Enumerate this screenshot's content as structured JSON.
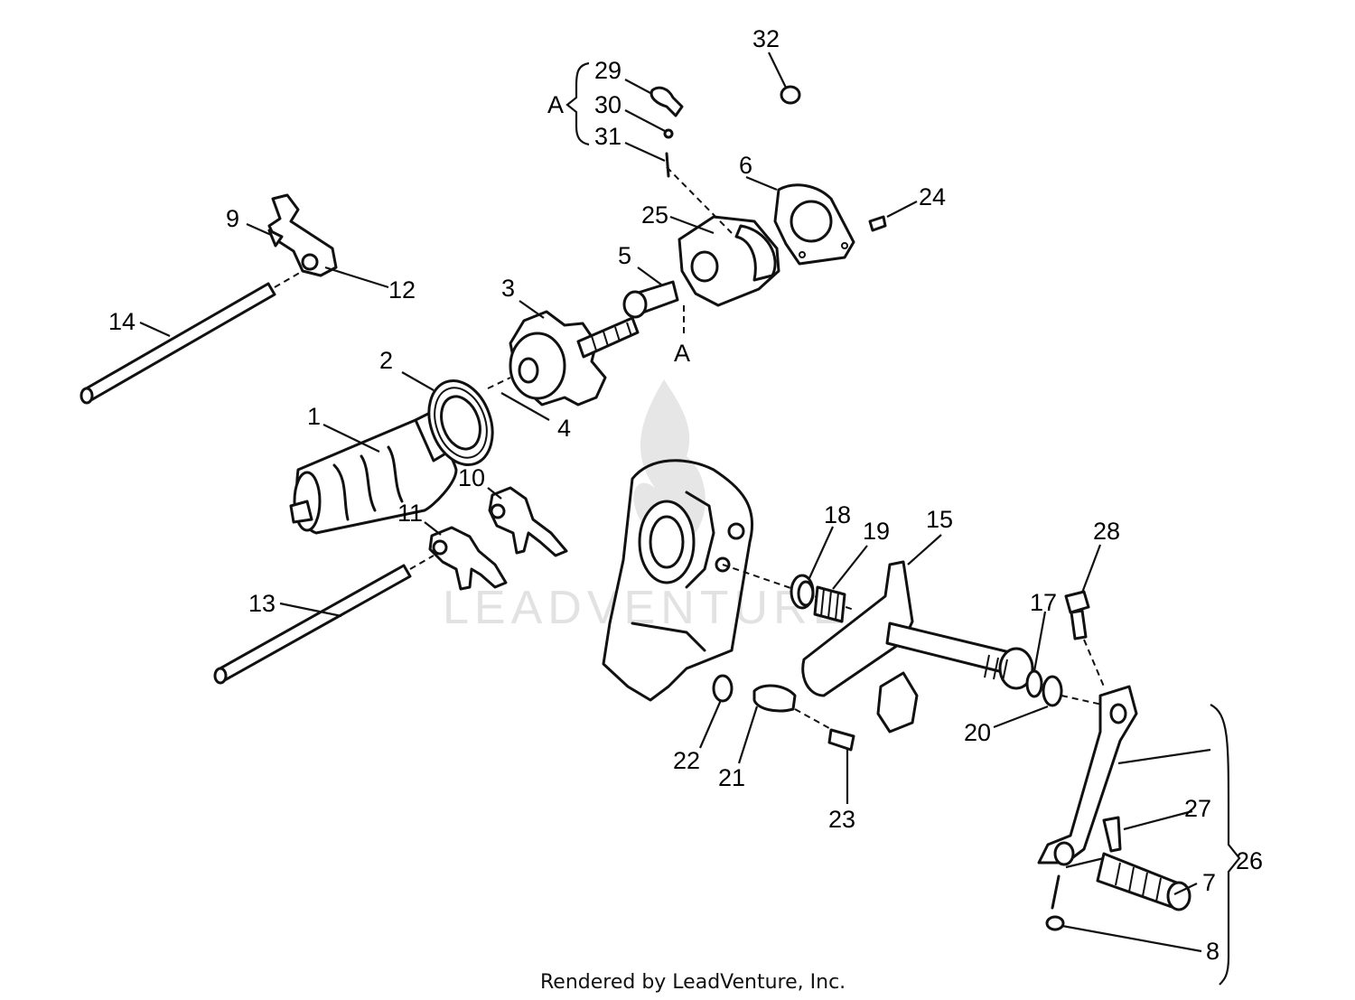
{
  "diagram": {
    "footer": "Rendered by LeadVenture, Inc.",
    "watermark": "LEADVENTURE",
    "callouts": [
      {
        "id": "c1",
        "label": "1"
      },
      {
        "id": "c2",
        "label": "2"
      },
      {
        "id": "c3",
        "label": "3"
      },
      {
        "id": "c4",
        "label": "4"
      },
      {
        "id": "c5",
        "label": "5"
      },
      {
        "id": "c6",
        "label": "6"
      },
      {
        "id": "c7",
        "label": "7"
      },
      {
        "id": "c8",
        "label": "8"
      },
      {
        "id": "c9",
        "label": "9"
      },
      {
        "id": "c10",
        "label": "10"
      },
      {
        "id": "c11",
        "label": "11"
      },
      {
        "id": "c12",
        "label": "12"
      },
      {
        "id": "c13",
        "label": "13"
      },
      {
        "id": "c14",
        "label": "14"
      },
      {
        "id": "c15",
        "label": "15"
      },
      {
        "id": "c17",
        "label": "17"
      },
      {
        "id": "c18",
        "label": "18"
      },
      {
        "id": "c19",
        "label": "19"
      },
      {
        "id": "c20",
        "label": "20"
      },
      {
        "id": "c21",
        "label": "21"
      },
      {
        "id": "c22",
        "label": "22"
      },
      {
        "id": "c23",
        "label": "23"
      },
      {
        "id": "c24",
        "label": "24"
      },
      {
        "id": "c25",
        "label": "25"
      },
      {
        "id": "c26",
        "label": "26"
      },
      {
        "id": "c27",
        "label": "27"
      },
      {
        "id": "c28",
        "label": "28"
      },
      {
        "id": "c29",
        "label": "29"
      },
      {
        "id": "c30",
        "label": "30"
      },
      {
        "id": "c31",
        "label": "31"
      },
      {
        "id": "c32",
        "label": "32"
      },
      {
        "id": "cA1",
        "label": "A"
      },
      {
        "id": "cA2",
        "label": "A"
      }
    ]
  }
}
